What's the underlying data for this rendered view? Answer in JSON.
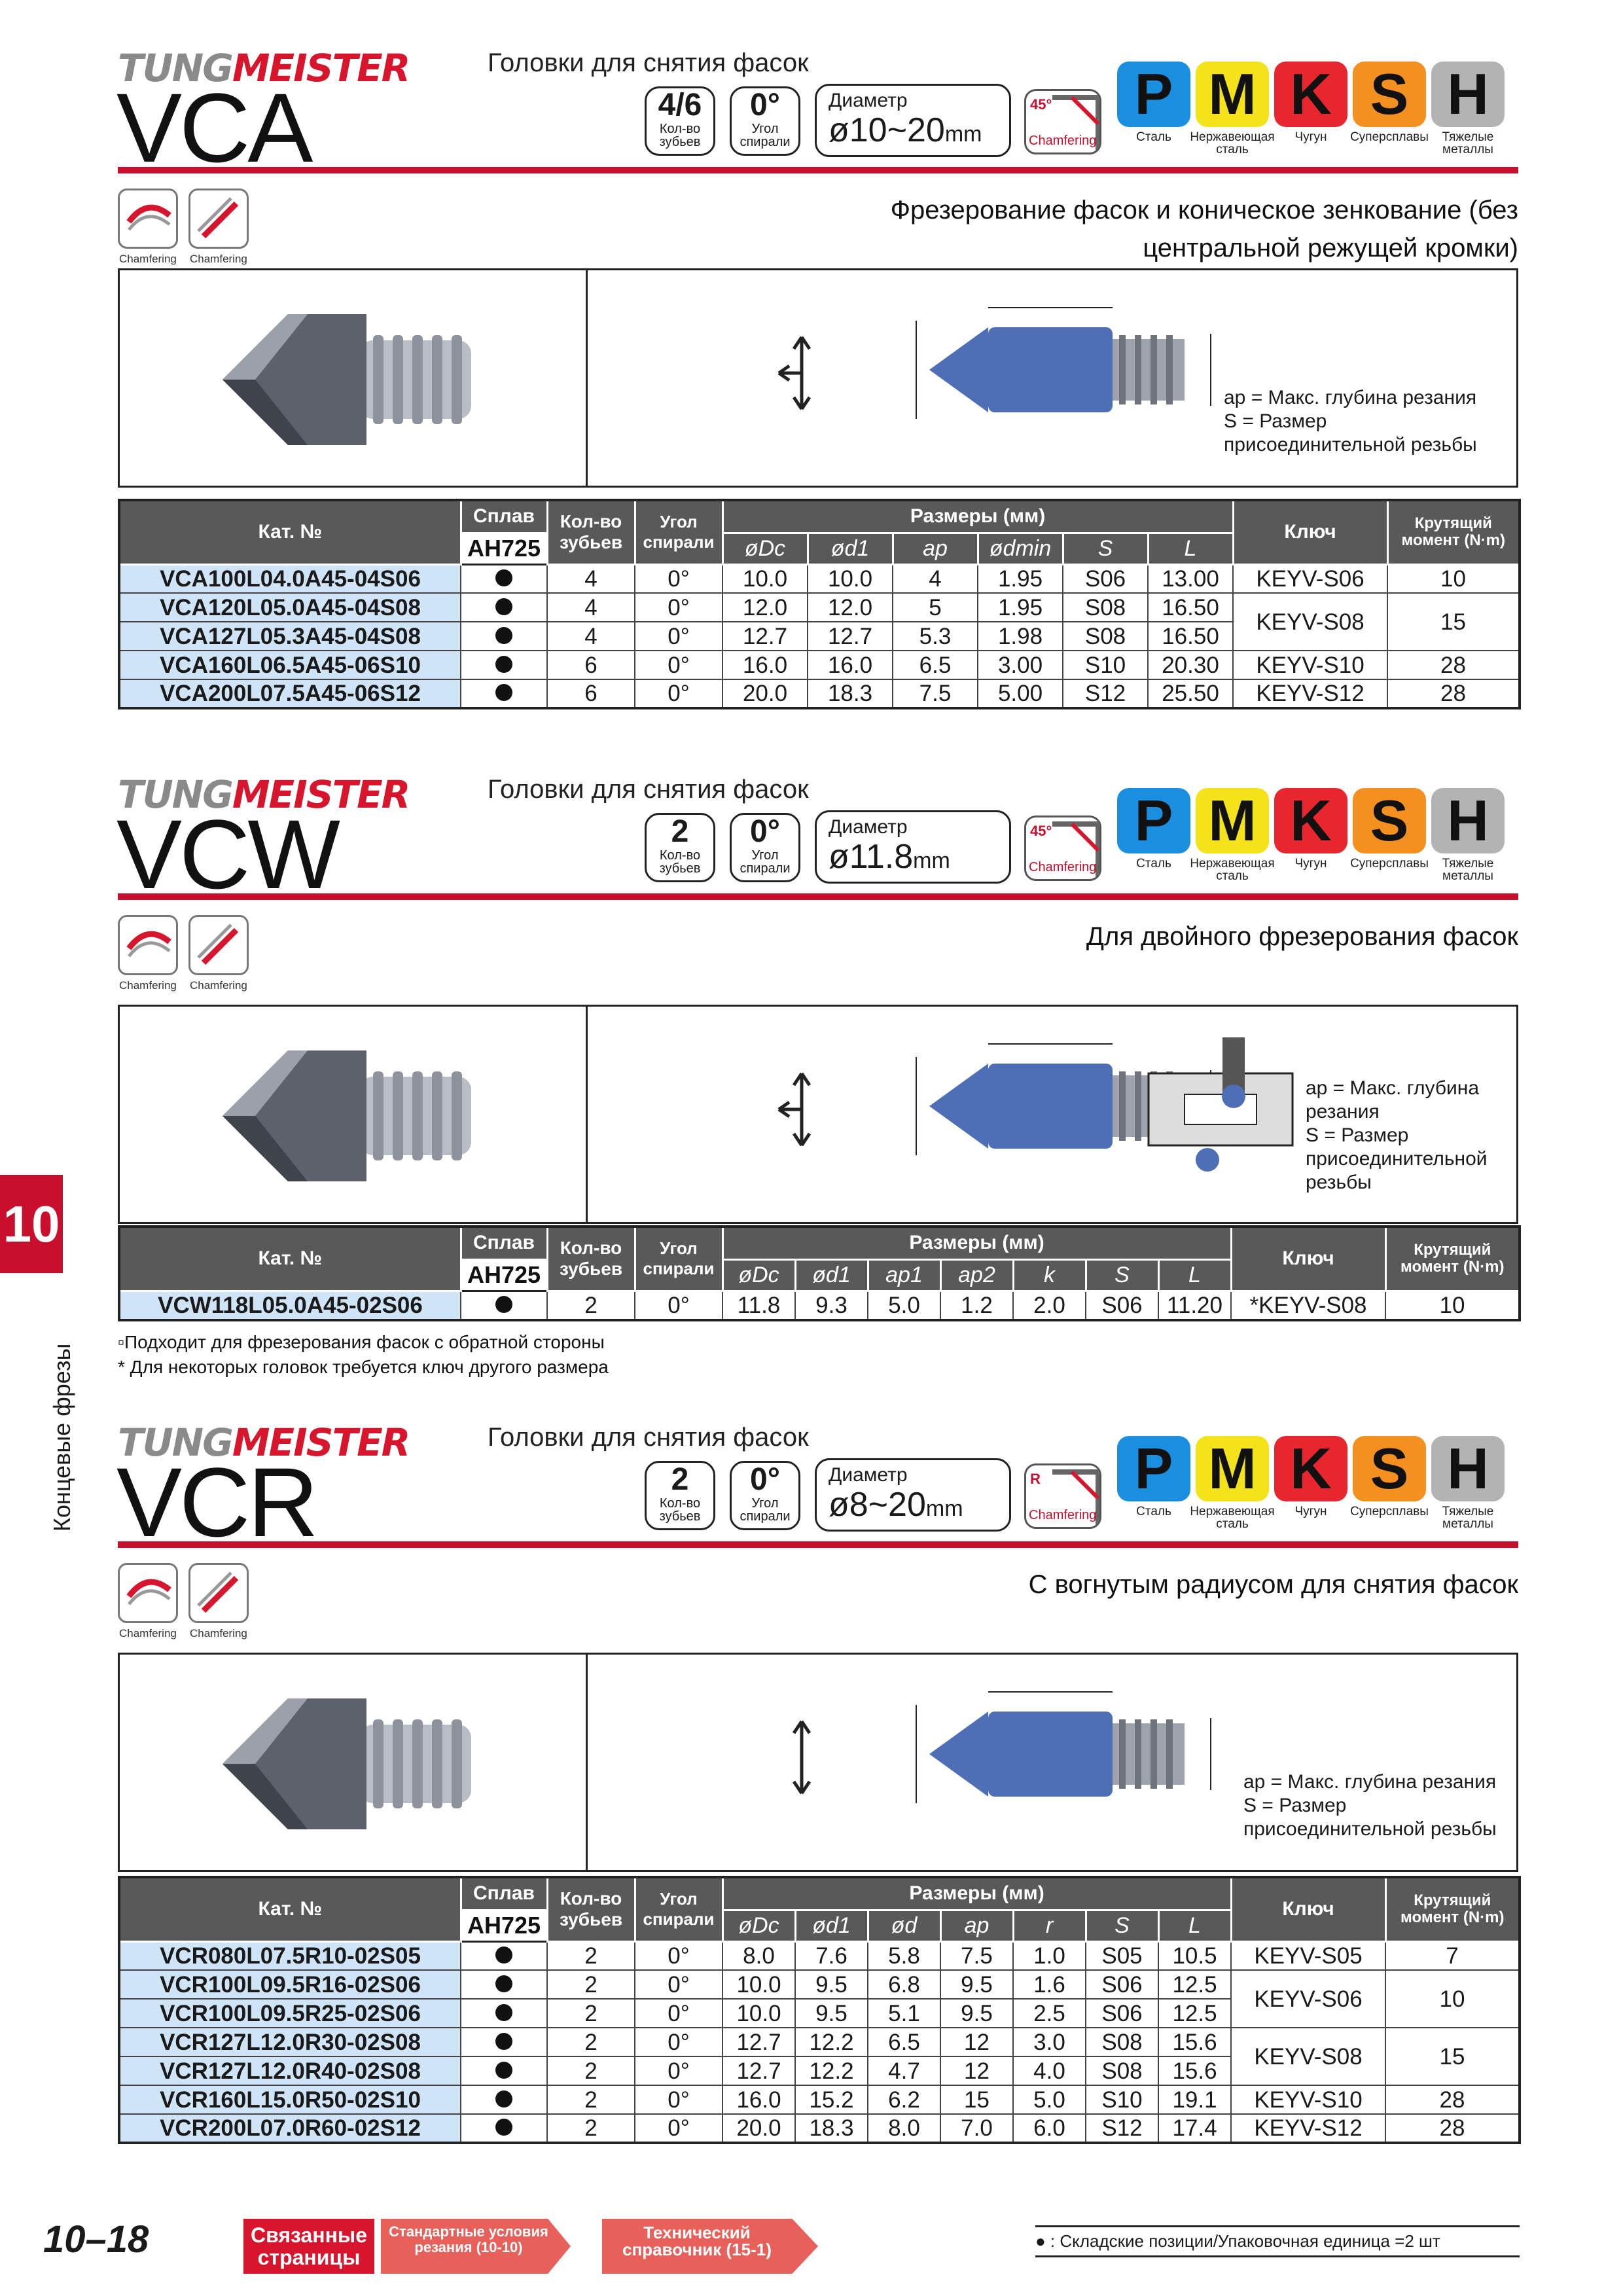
{
  "brand": {
    "a": "TUNG",
    "b": "MEISTER"
  },
  "sections": [
    {
      "subtitle": "Головки для снятия фасок",
      "model": "VCA",
      "flutes": {
        "value": "4/6",
        "label1": "Кол-во",
        "label2": "зубьев"
      },
      "helix": {
        "value": "0°",
        "label1": "Угол",
        "label2": "спирали"
      },
      "diam": {
        "title": "Диаметр",
        "value": "ø10~20",
        "unit": "mm"
      },
      "chamfer": {
        "tag": "45°",
        "text": "Chamfering"
      },
      "desc1": "Фрезерование фасок и коническое зенкование (без",
      "desc2": "центральной режущей кромки)",
      "legend": [
        "ap = Макс. глубина резания",
        "S = Размер",
        "присоединительной резьбы"
      ],
      "headers": {
        "cat": "Кат. №",
        "alloy": "Сплав",
        "grade": "AH725",
        "flutes": "Кол-во зубьев",
        "helix": "Угол спирали",
        "dims": "Размеры (мм)",
        "key": "Ключ",
        "torque": "Крутящий момент (N·m)"
      },
      "dimcols": [
        "øDc",
        "ød1",
        "ap",
        "ødmin",
        "S",
        "L"
      ],
      "rows": [
        {
          "cat": "VCA100L04.0A45-04S06",
          "z": "4",
          "h": "0°",
          "d": [
            "10.0",
            "10.0",
            "4",
            "1.95",
            "S06",
            "13.00"
          ],
          "key": "KEYV-S06",
          "t": "10"
        },
        {
          "cat": "VCA120L05.0A45-04S08",
          "z": "4",
          "h": "0°",
          "d": [
            "12.0",
            "12.0",
            "5",
            "1.95",
            "S08",
            "16.50"
          ],
          "key": "KEYV-S08",
          "t": "15"
        },
        {
          "cat": "VCA127L05.3A45-04S08",
          "z": "4",
          "h": "0°",
          "d": [
            "12.7",
            "12.7",
            "5.3",
            "1.98",
            "S08",
            "16.50"
          ],
          "key": "",
          "t": ""
        },
        {
          "cat": "VCA160L06.5A45-06S10",
          "z": "6",
          "h": "0°",
          "d": [
            "16.0",
            "16.0",
            "6.5",
            "3.00",
            "S10",
            "20.30"
          ],
          "key": "KEYV-S10",
          "t": "28"
        },
        {
          "cat": "VCA200L07.5A45-06S12",
          "z": "6",
          "h": "0°",
          "d": [
            "20.0",
            "18.3",
            "7.5",
            "5.00",
            "S12",
            "25.50"
          ],
          "key": "KEYV-S12",
          "t": "28"
        }
      ]
    },
    {
      "subtitle": "Головки для снятия фасок",
      "model": "VCW",
      "flutes": {
        "value": "2",
        "label1": "Кол-во",
        "label2": "зубьев"
      },
      "helix": {
        "value": "0°",
        "label1": "Угол",
        "label2": "спирали"
      },
      "diam": {
        "title": "Диаметр",
        "value": "ø11.8",
        "unit": "mm"
      },
      "chamfer": {
        "tag": "45°",
        "text": "Chamfering"
      },
      "desc1": "Для двойного фрезерования фасок",
      "legend": [
        "ap = Макс. глубина",
        "резания",
        "S = Размер",
        "присоединительной",
        "резьбы"
      ],
      "headers": {
        "cat": "Кат. №",
        "alloy": "Сплав",
        "grade": "AH725",
        "flutes": "Кол-во зубьев",
        "helix": "Угол спирали",
        "dims": "Размеры (мм)",
        "key": "Ключ",
        "torque": "Крутящий момент (N·m)"
      },
      "dimcols": [
        "øDc",
        "ød1",
        "ap1",
        "ap2",
        "k",
        "S",
        "L"
      ],
      "rows": [
        {
          "cat": "VCW118L05.0A45-02S06",
          "z": "2",
          "h": "0°",
          "d": [
            "11.8",
            "9.3",
            "5.0",
            "1.2",
            "2.0",
            "S06",
            "11.20"
          ],
          "key": "*KEYV-S08",
          "t": "10"
        }
      ],
      "notes": [
        "Подходит для фрезерования фасок с обратной стороны",
        "* Для некоторых головок требуется ключ другого размера"
      ]
    },
    {
      "subtitle": "Головки для снятия фасок",
      "model": "VCR",
      "flutes": {
        "value": "2",
        "label1": "Кол-во",
        "label2": "зубьев"
      },
      "helix": {
        "value": "0°",
        "label1": "Угол",
        "label2": "спирали"
      },
      "diam": {
        "title": "Диаметр",
        "value": "ø8~20",
        "unit": "mm"
      },
      "chamfer": {
        "tag": "R",
        "text": "Chamfering"
      },
      "desc1": "С вогнутым радиусом для снятия фасок",
      "legend": [
        "ap = Макс. глубина резания",
        "S = Размер",
        "присоединительной резьбы"
      ],
      "headers": {
        "cat": "Кат. №",
        "alloy": "Сплав",
        "grade": "AH725",
        "flutes": "Кол-во зубьев",
        "helix": "Угол спирали",
        "dims": "Размеры (мм)",
        "key": "Ключ",
        "torque": "Крутящий момент (N·m)"
      },
      "dimcols": [
        "øDc",
        "ød1",
        "ød",
        "ap",
        "r",
        "S",
        "L"
      ],
      "rows": [
        {
          "cat": "VCR080L07.5R10-02S05",
          "z": "2",
          "h": "0°",
          "d": [
            "8.0",
            "7.6",
            "5.8",
            "7.5",
            "1.0",
            "S05",
            "10.5"
          ],
          "key": "KEYV-S05",
          "t": "7"
        },
        {
          "cat": "VCR100L09.5R16-02S06",
          "z": "2",
          "h": "0°",
          "d": [
            "10.0",
            "9.5",
            "6.8",
            "9.5",
            "1.6",
            "S06",
            "12.5"
          ],
          "key": "KEYV-S06",
          "t": "10"
        },
        {
          "cat": "VCR100L09.5R25-02S06",
          "z": "2",
          "h": "0°",
          "d": [
            "10.0",
            "9.5",
            "5.1",
            "9.5",
            "2.5",
            "S06",
            "12.5"
          ],
          "key": "",
          "t": ""
        },
        {
          "cat": "VCR127L12.0R30-02S08",
          "z": "2",
          "h": "0°",
          "d": [
            "12.7",
            "12.2",
            "6.5",
            "12",
            "3.0",
            "S08",
            "15.6"
          ],
          "key": "KEYV-S08",
          "t": "15"
        },
        {
          "cat": "VCR127L12.0R40-02S08",
          "z": "2",
          "h": "0°",
          "d": [
            "12.7",
            "12.2",
            "4.7",
            "12",
            "4.0",
            "S08",
            "15.6"
          ],
          "key": "",
          "t": ""
        },
        {
          "cat": "VCR160L15.0R50-02S10",
          "z": "2",
          "h": "0°",
          "d": [
            "16.0",
            "15.2",
            "6.2",
            "15",
            "5.0",
            "S10",
            "19.1"
          ],
          "key": "KEYV-S10",
          "t": "28"
        },
        {
          "cat": "VCR200L07.0R60-02S12",
          "z": "2",
          "h": "0°",
          "d": [
            "20.0",
            "18.3",
            "8.0",
            "7.0",
            "6.0",
            "S12",
            "17.4"
          ],
          "key": "KEYV-S12",
          "t": "28"
        }
      ]
    }
  ],
  "materials": [
    {
      "letter": "P",
      "label": "Сталь",
      "color": "#1a8fe0"
    },
    {
      "letter": "M",
      "label": "Нержавеющая сталь",
      "color": "#f4e21a"
    },
    {
      "letter": "K",
      "label": "Чугун",
      "color": "#e8262d"
    },
    {
      "letter": "S",
      "label": "Суперсплавы",
      "color": "#f39020"
    },
    {
      "letter": "H",
      "label": "Тяжелые металлы",
      "color": "#b3b3b3"
    }
  ],
  "icon_labels": [
    "Chamfering",
    "Chamfering"
  ],
  "side": {
    "number": "10",
    "text": "Концевые фрезы"
  },
  "footer": {
    "page": "10–18",
    "related": "Связанные страницы",
    "link1": "Стандартные условия резания (10-10)",
    "link2": "Технический справочник (15-1)",
    "legend": "● : Складские позиции/Упаковочная единица =2 шт"
  }
}
